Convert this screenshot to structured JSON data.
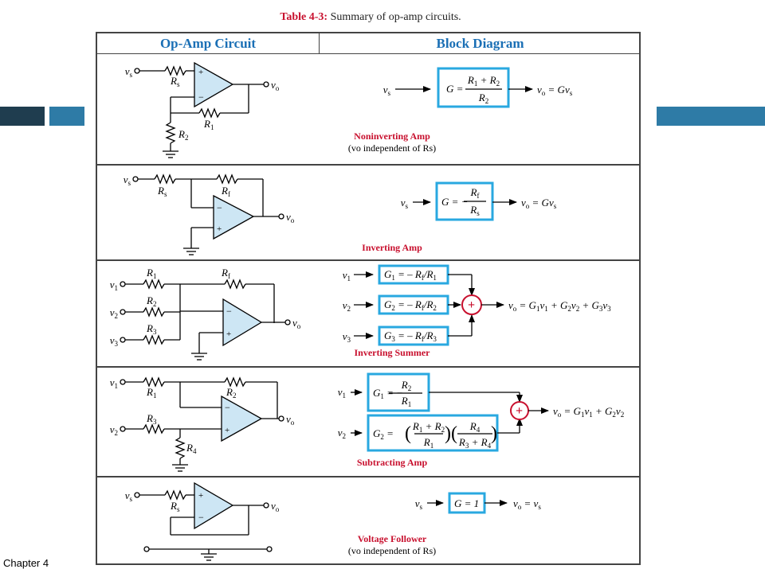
{
  "title": {
    "label": "Table 4-3:",
    "text": "Summary of op-amp circuits."
  },
  "header": {
    "col_left": "Op-Amp Circuit",
    "col_right": "Block Diagram"
  },
  "footer": {
    "text": "Chapter 4"
  },
  "colors": {
    "header_blue": "#1a6fb5",
    "box_blue": "#29a8e0",
    "accent_red": "#c8102e",
    "opamp_fill": "#cde6f4",
    "deco_dark": "#1f3d4f",
    "deco_blue": "#2e7ba6"
  },
  "rows": [
    {
      "name": "Noninverting Amp",
      "note": "(vo independent of Rs)"
    },
    {
      "name": "Inverting Amp",
      "note": ""
    },
    {
      "name": "Inverting Summer",
      "note": ""
    },
    {
      "name": "Subtracting Amp",
      "note": ""
    },
    {
      "name": "Voltage Follower",
      "note": "(vo independent of Rs)"
    }
  ]
}
